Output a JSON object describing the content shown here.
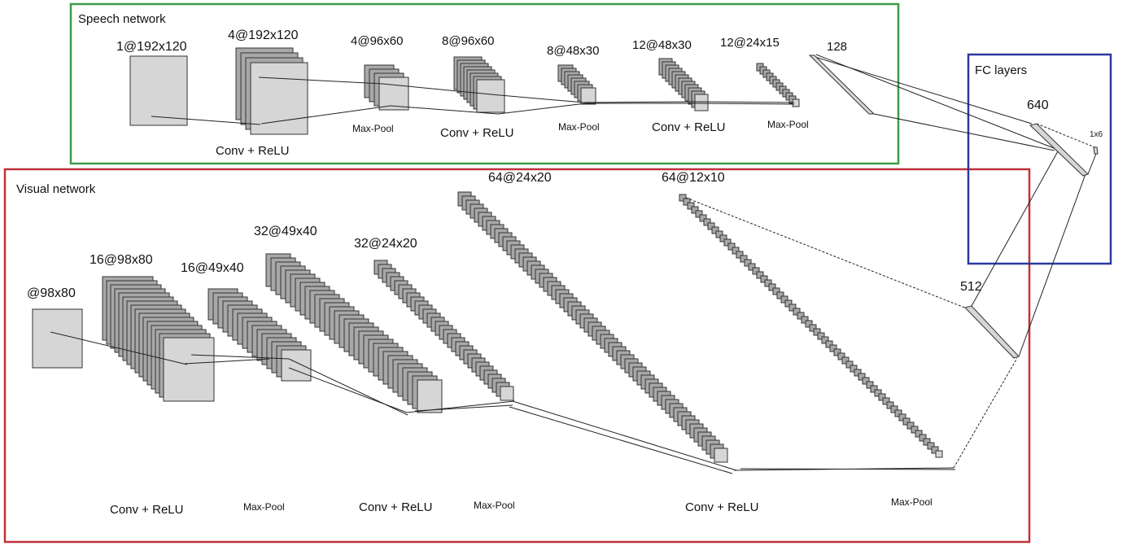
{
  "speech_network": {
    "title": "Speech network",
    "border_color": "#3d9a4a",
    "dims": [
      "1@192x120",
      "4@192x120",
      "4@96x60",
      "8@96x60",
      "8@48x30",
      "12@48x30",
      "12@24x15",
      "128"
    ],
    "ops": [
      "Conv + ReLU",
      "Max-Pool",
      "Conv + ReLU",
      "Max-Pool",
      "Conv + ReLU",
      "Max-Pool"
    ]
  },
  "visual_network": {
    "title": "Visual network",
    "border_color": "#c0313a",
    "dims": [
      "@98x80",
      "16@98x80",
      "16@49x40",
      "32@49x40",
      "32@24x20",
      "64@24x20",
      "64@12x10",
      "512"
    ],
    "ops": [
      "Conv + ReLU",
      "Max-Pool",
      "Conv + ReLU",
      "Max-Pool",
      "Conv + ReLU",
      "Max-Pool"
    ]
  },
  "fc_layers": {
    "title": "FC layers",
    "border_color": "#2a3aa0",
    "dims": [
      "640",
      "1x6"
    ]
  },
  "colors": {
    "map_fill": "#a8a8a8",
    "map_fill_front": "#d6d6d6",
    "map_stroke": "#333333",
    "line": "#222222"
  }
}
